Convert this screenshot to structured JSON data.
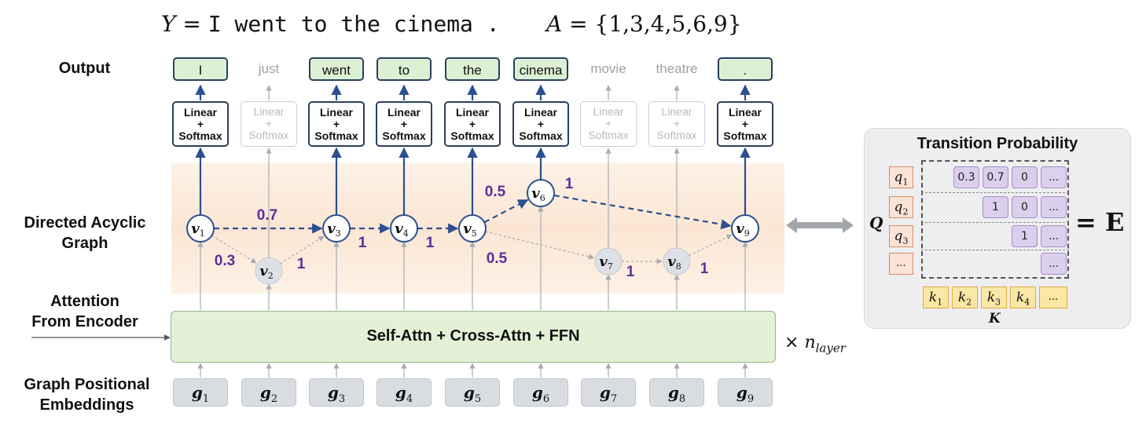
{
  "header": {
    "y_label": "Y",
    "y_eq": "=",
    "y_sentence": "I went to the cinema .",
    "a_label": "A",
    "a_eq": "=",
    "a_set": "{1,3,4,5,6,9}"
  },
  "row_labels": {
    "output": "Output",
    "dag_line1": "Directed Acyclic",
    "dag_line2": "Graph",
    "attn_line1": "Attention",
    "attn_line2": "From Encoder",
    "pos_line1": "Graph Positional",
    "pos_line2": "Embeddings"
  },
  "columns": [
    {
      "word": "I",
      "active": true
    },
    {
      "word": "just",
      "active": false
    },
    {
      "word": "went",
      "active": true
    },
    {
      "word": "to",
      "active": true
    },
    {
      "word": "the",
      "active": true
    },
    {
      "word": "cinema",
      "active": true
    },
    {
      "word": "movie",
      "active": false
    },
    {
      "word": "theatre",
      "active": false
    },
    {
      "word": ".",
      "active": true
    }
  ],
  "linear_softmax": {
    "line1": "Linear",
    "line2": "+",
    "line3": "Softmax"
  },
  "dag": {
    "nodes": [
      {
        "var": "v",
        "sub": "1",
        "active": true
      },
      {
        "var": "v",
        "sub": "2",
        "active": false
      },
      {
        "var": "v",
        "sub": "3",
        "active": true
      },
      {
        "var": "v",
        "sub": "4",
        "active": true
      },
      {
        "var": "v",
        "sub": "5",
        "active": true
      },
      {
        "var": "v",
        "sub": "6",
        "active": true
      },
      {
        "var": "v",
        "sub": "7",
        "active": false
      },
      {
        "var": "v",
        "sub": "8",
        "active": false
      },
      {
        "var": "v",
        "sub": "9",
        "active": true
      }
    ],
    "edge_labels": {
      "v1_v3": "0.7",
      "v1_v2": "0.3",
      "v2_v3": "1",
      "v3_v4": "1",
      "v4_v5": "1",
      "v5_v6": "0.5",
      "v5_v7": "0.5",
      "v6_v9": "1",
      "v7_v8": "1",
      "v8_v9": "1"
    }
  },
  "decoder": {
    "label": "Self-Attn + Cross-Attn + FFN",
    "times": "×",
    "n": "n",
    "n_sub": "layer"
  },
  "pos_embeddings": [
    {
      "var": "g",
      "sub": "1"
    },
    {
      "var": "g",
      "sub": "2"
    },
    {
      "var": "g",
      "sub": "3"
    },
    {
      "var": "g",
      "sub": "4"
    },
    {
      "var": "g",
      "sub": "5"
    },
    {
      "var": "g",
      "sub": "6"
    },
    {
      "var": "g",
      "sub": "7"
    },
    {
      "var": "g",
      "sub": "8"
    },
    {
      "var": "g",
      "sub": "9"
    }
  ],
  "transition": {
    "title": "Transition Probability",
    "q_label": "Q",
    "k_label": "K",
    "equals": "= E",
    "q_rows": [
      {
        "var": "q",
        "sub": "1"
      },
      {
        "var": "q",
        "sub": "2"
      },
      {
        "var": "q",
        "sub": "3"
      },
      {
        "var": "",
        "sub": "",
        "text": "..."
      }
    ],
    "k_cols": [
      {
        "var": "k",
        "sub": "1"
      },
      {
        "var": "k",
        "sub": "2"
      },
      {
        "var": "k",
        "sub": "3"
      },
      {
        "var": "k",
        "sub": "4"
      },
      {
        "var": "",
        "sub": "",
        "text": "..."
      }
    ],
    "matrix_rows": [
      [
        "0.3",
        "0.7",
        "0",
        "..."
      ],
      [
        "1",
        "0",
        "..."
      ],
      [
        "1",
        "..."
      ],
      [
        "..."
      ]
    ]
  },
  "colors": {
    "node_stroke": "#2b4f8f",
    "label_purple": "#5b2e9e",
    "active_arrow": "#2b4f8f",
    "inactive_arrow": "#a7acb3",
    "output_fill": "#dcf0d4",
    "decoder_fill": "#e3f2d6",
    "q_fill": "#fbe3d6",
    "k_fill": "#fbe7a5",
    "matrix_fill": "#dccfee"
  }
}
